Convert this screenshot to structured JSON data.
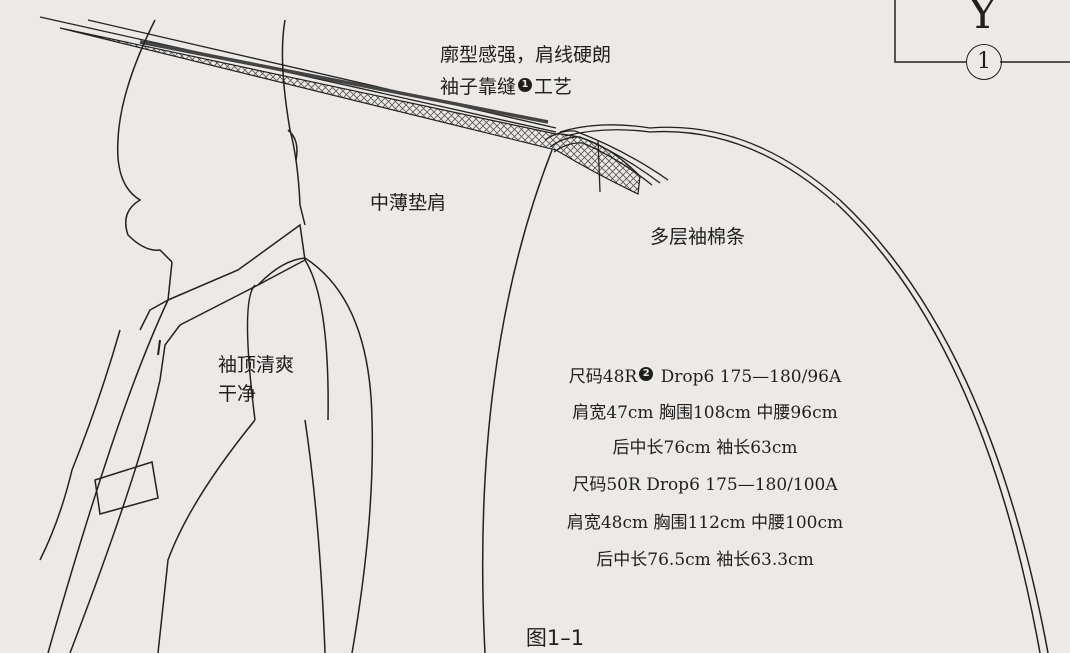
{
  "labels": {
    "silhouette": "廓型感强，肩线硬朗",
    "technique_pre": "袖子靠缝",
    "technique_note": "1",
    "technique_post": "工艺",
    "shoulder_pad": "中薄垫肩",
    "sleeve_head": "多层袖棉条",
    "sleeve_top_line1": "袖顶清爽",
    "sleeve_top_line2": "干净"
  },
  "specs": {
    "size_a_code": "尺码48R",
    "size_a_note": "2",
    "size_a_rest": "Drop6  175—180/96A",
    "size_a_line2": "肩宽47cm  胸围108cm  中腰96cm",
    "size_a_line3": "后中长76cm  袖长63cm",
    "size_b_line1": "尺码50R Drop6  175—180/100A",
    "size_b_line2": "肩宽48cm  胸围112cm  中腰100cm",
    "size_b_line3": "后中长76.5cm  袖长63.3cm"
  },
  "caption": "图1–1",
  "corner": {
    "letter": "Y",
    "number": "1"
  }
}
